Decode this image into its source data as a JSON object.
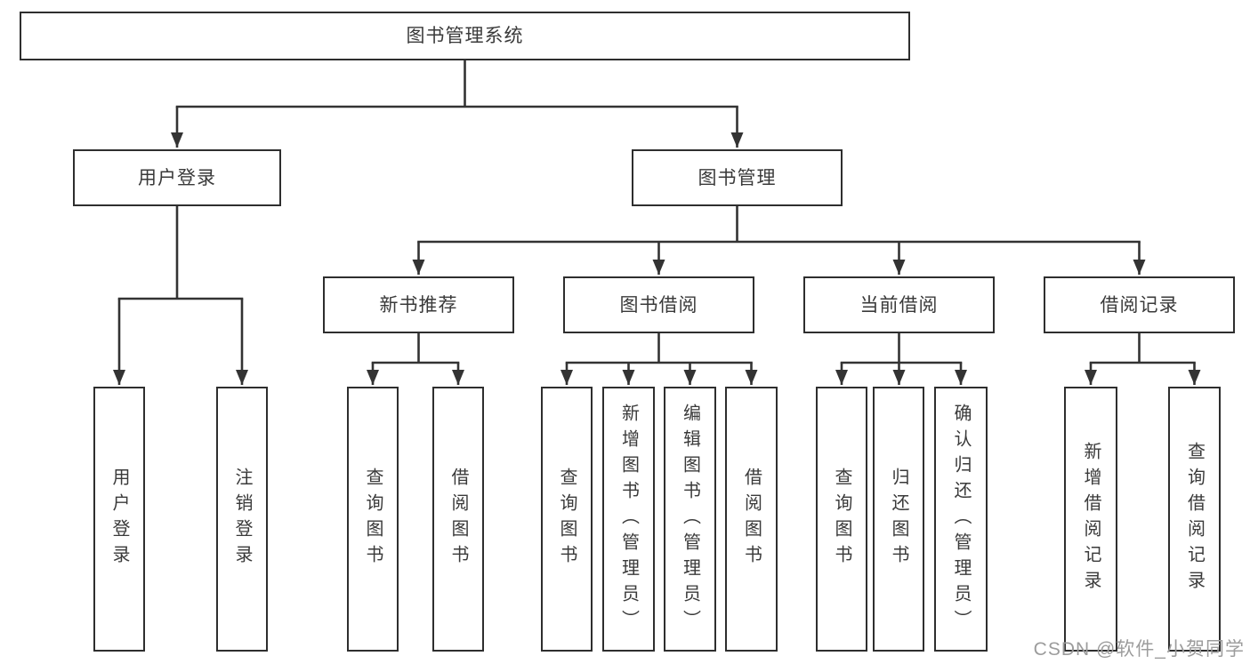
{
  "tree": {
    "root": "图书管理系统",
    "branches": [
      {
        "label": "用户登录",
        "children": [
          "用户登录",
          "注销登录"
        ]
      },
      {
        "label": "图书管理",
        "children": [
          {
            "label": "新书推荐",
            "children": [
              "查询图书",
              "借阅图书"
            ]
          },
          {
            "label": "图书借阅",
            "children": [
              "查询图书",
              "新增图书（管理员）",
              "编辑图书（管理员）",
              "借阅图书"
            ]
          },
          {
            "label": "当前借阅",
            "children": [
              "查询图书",
              "归还图书",
              "确认归还（管理员）"
            ]
          },
          {
            "label": "借阅记录",
            "children": [
              "新增借阅记录",
              "查询借阅记录"
            ]
          }
        ]
      }
    ]
  },
  "watermark": "CSDN @软件_小贺同学",
  "colors": {
    "line": "#333333",
    "box_border": "#2e2e2e",
    "text": "#3a3a3a",
    "watermark": "#9c9c9c",
    "background": "#ffffff"
  }
}
